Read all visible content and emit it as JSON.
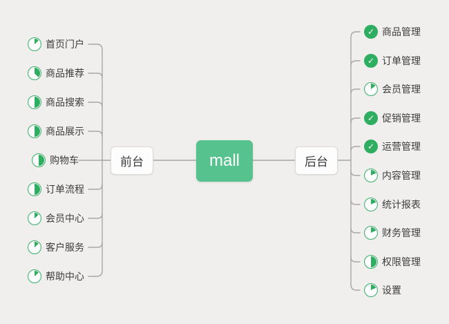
{
  "colors": {
    "background": "#f0efed",
    "root_green": "#56c28d",
    "icon_green": "#2fae62",
    "icon_ring_green": "#3cb371",
    "connector_gray": "#a6a6a6",
    "text_dark": "#3c3c3c"
  },
  "icons": {
    "check_glyph": "✓",
    "partial_icon_name": "progress-pie-icon",
    "done_icon_name": "check-circle-icon"
  },
  "root": {
    "label": "mall"
  },
  "branches": {
    "front": {
      "label": "前台",
      "items": [
        {
          "label": "首页门户",
          "progress": 13
        },
        {
          "label": "商品推荐",
          "progress": 38
        },
        {
          "label": "商品搜索",
          "progress": 50
        },
        {
          "label": "商品展示",
          "progress": 50
        },
        {
          "label": "购物车",
          "progress": 50
        },
        {
          "label": "订单流程",
          "progress": 50
        },
        {
          "label": "会员中心",
          "progress": 13
        },
        {
          "label": "客户服务",
          "progress": 13
        },
        {
          "label": "帮助中心",
          "progress": 13
        }
      ]
    },
    "back": {
      "label": "后台",
      "items": [
        {
          "label": "商品管理",
          "progress": 100
        },
        {
          "label": "订单管理",
          "progress": 100
        },
        {
          "label": "会员管理",
          "progress": 15
        },
        {
          "label": "促销管理",
          "progress": 100
        },
        {
          "label": "运营管理",
          "progress": 100
        },
        {
          "label": "内容管理",
          "progress": 18
        },
        {
          "label": "统计报表",
          "progress": 18
        },
        {
          "label": "财务管理",
          "progress": 18
        },
        {
          "label": "权限管理",
          "progress": 50
        },
        {
          "label": "设置",
          "progress": 18
        }
      ]
    }
  }
}
